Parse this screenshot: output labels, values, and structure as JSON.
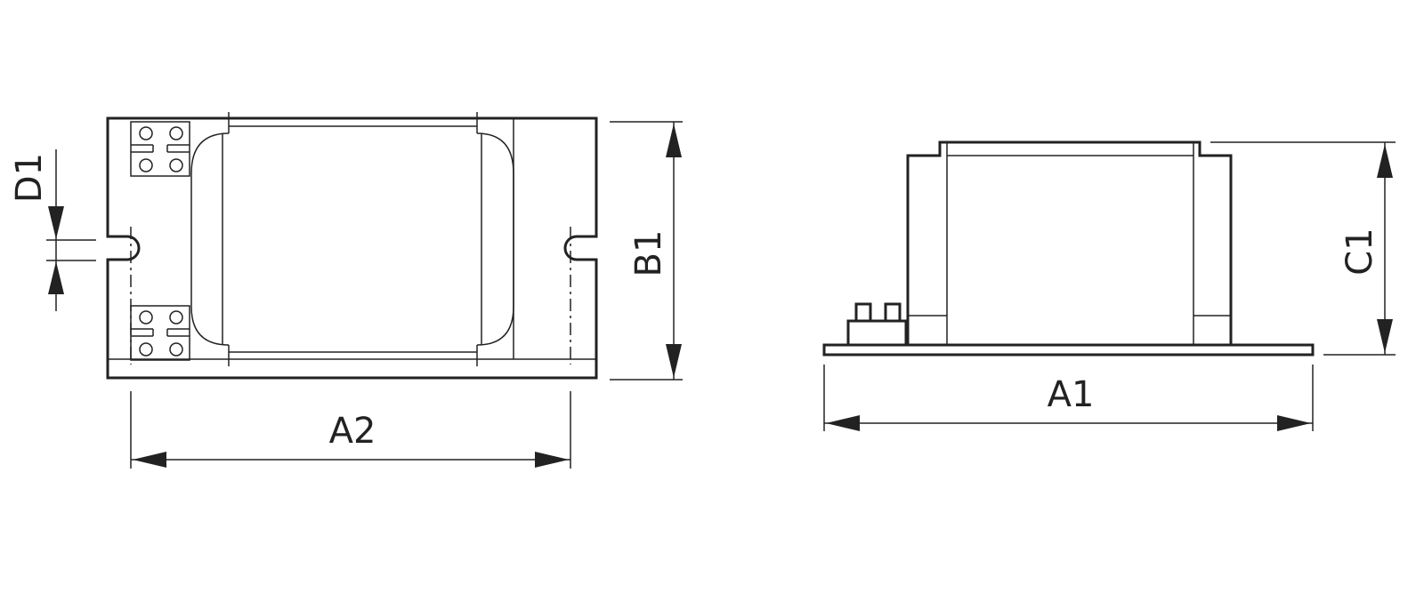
{
  "top_view": {
    "dimensions": {
      "width_label": "A2",
      "height_label": "B1",
      "slot_label": "D1"
    }
  },
  "side_view": {
    "dimensions": {
      "length_label": "A1",
      "height_label": "C1"
    }
  }
}
